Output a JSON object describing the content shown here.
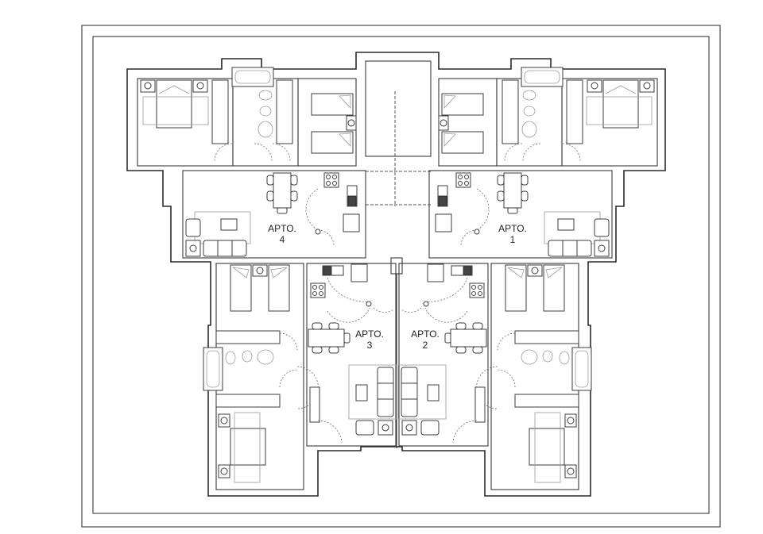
{
  "plan": {
    "title": "",
    "apartments": [
      {
        "id": "apto-1",
        "label_line1": "APTO.",
        "label_line2": "1"
      },
      {
        "id": "apto-2",
        "label_line1": "APTO.",
        "label_line2": "2"
      },
      {
        "id": "apto-3",
        "label_line1": "APTO.",
        "label_line2": "3"
      },
      {
        "id": "apto-4",
        "label_line1": "APTO.",
        "label_line2": "4"
      }
    ],
    "rooms_per_apartment": [
      "master-bedroom",
      "twin-bedroom",
      "bathroom",
      "kitchen",
      "dining",
      "living-room"
    ],
    "colors": {
      "line": "#2a2a2a",
      "background": "#ffffff",
      "furniture_fill": "#444444"
    }
  }
}
